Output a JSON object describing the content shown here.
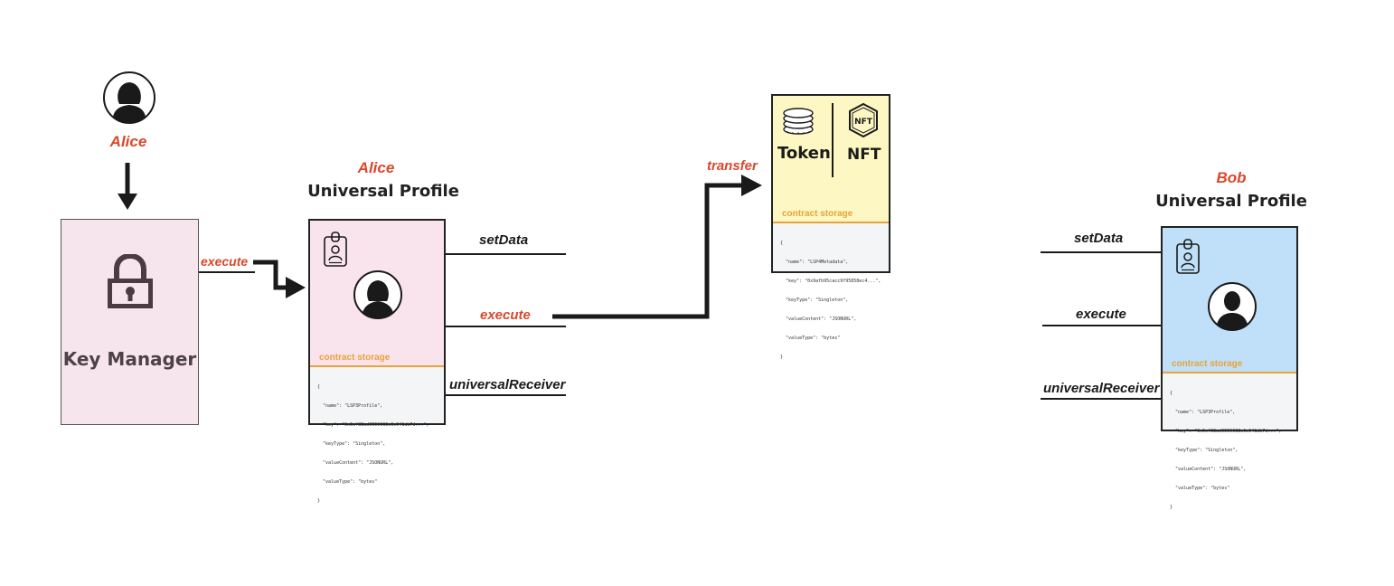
{
  "alice_actor": {
    "name": "Alice"
  },
  "key_manager": {
    "label": "Key Manager",
    "arrow_label": "execute"
  },
  "alice_profile": {
    "owner": "Alice",
    "title": "Universal Profile",
    "storage_label": "contract storage",
    "code": [
      "{",
      "  \"name\": \"LSP3Profile\",",
      "  \"key\": \"0x5ef83ad9559033e6e941db7d...\",",
      "  \"keyType\": \"Singleton\",",
      "  \"valueContent\": \"JSONURL\",",
      "  \"valueType\": \"bytes\"",
      "}"
    ],
    "functions": {
      "setData": "setData",
      "execute": "execute",
      "universalReceiver": "universalReceiver"
    }
  },
  "asset": {
    "token_label": "Token",
    "nft_label": "NFT",
    "transfer_label": "transfer",
    "storage_label": "contract storage",
    "code": [
      "{",
      "  \"name\": \"LSP4Metadata\",",
      "  \"key\": \"0x9afb95cacc9f95858ec4...\",",
      "  \"keyType\": \"Singleton\",",
      "  \"valueContent\": \"JSONURL\",",
      "  \"valueType\": \"bytes\"",
      "}"
    ]
  },
  "bob_profile": {
    "owner": "Bob",
    "title": "Universal Profile",
    "storage_label": "contract storage",
    "code": [
      "{",
      "  \"name\": \"LSP3Profile\",",
      "  \"key\": \"0x5ef83ad9559033e6e941db7d...\",",
      "  \"keyType\": \"Singleton\",",
      "  \"valueContent\": \"JSONURL\",",
      "  \"valueType\": \"bytes\"",
      "}"
    ],
    "functions": {
      "setData": "setData",
      "execute": "execute",
      "universalReceiver": "universalReceiver"
    }
  },
  "colors": {
    "accent_red": "#d9482b",
    "key_manager_fill": "#f7e5ee",
    "alice_profile_fill": "#f9e4ee",
    "asset_fill": "#fdf8c3",
    "bob_profile_fill": "#bfe0f8",
    "storage_orange": "#e8a33a"
  },
  "icons": [
    "female-user-icon",
    "padlock-icon",
    "id-badge-icon",
    "coin-stack-icon",
    "nft-icon",
    "male-user-icon"
  ]
}
